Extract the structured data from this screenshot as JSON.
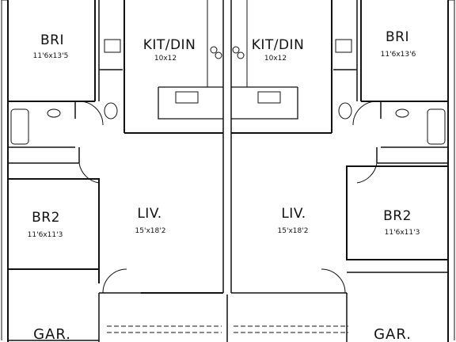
{
  "plan": {
    "rooms": {
      "bri_left": {
        "name": "BRI",
        "dims": "11'6x13'5"
      },
      "bri_right": {
        "name": "BRI",
        "dims": "11'6x13'6"
      },
      "kit_left": {
        "name": "KIT/DIN",
        "dims": "10x12"
      },
      "kit_right": {
        "name": "KIT/DIN",
        "dims": "10x12"
      },
      "br2_left": {
        "name": "BR2",
        "dims": "11'6x11'3"
      },
      "br2_right": {
        "name": "BR2",
        "dims": "11'6x11'3"
      },
      "liv_left": {
        "name": "LIV.",
        "dims": "15'x18'2"
      },
      "liv_right": {
        "name": "LIV.",
        "dims": "15'x18'2"
      },
      "gar_left": {
        "name": "GAR."
      },
      "gar_right": {
        "name": "GAR."
      }
    }
  }
}
